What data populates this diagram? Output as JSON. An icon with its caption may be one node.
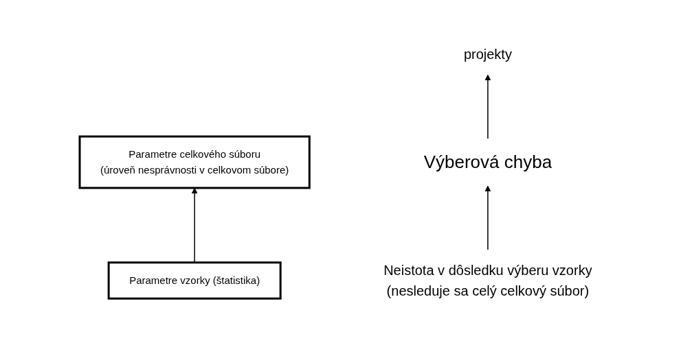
{
  "diagram": {
    "nodes": [
      {
        "text": [
          "Parametre celkového súboru",
          "(úroveň nesprávnosti v celkovom súbore)"
        ]
      },
      {
        "text": [
          "Parametre vzorky (štatistika)"
        ]
      },
      {
        "text": [
          "projekty"
        ]
      },
      {
        "text": [
          "Výberová chyba"
        ]
      },
      {
        "text": [
          "Neistota v dôsledku výberu vzorky",
          "(nesleduje sa celý celkový súbor)"
        ]
      }
    ],
    "edges": [
      {
        "from": 1,
        "to": 0,
        "arrow": "to"
      },
      {
        "from": 3,
        "to": 2,
        "arrow": "to"
      },
      {
        "from": 4,
        "to": 3,
        "arrow": "to"
      }
    ]
  }
}
